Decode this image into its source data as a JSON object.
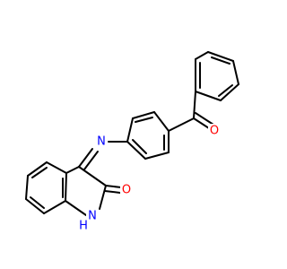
{
  "atoms": {
    "nitrogen_imine": {
      "label": "N",
      "color": "#0000ff"
    },
    "oxygen_carbonyl_ketone": {
      "label": "O",
      "color": "#ff0000"
    },
    "oxygen_lactam": {
      "label": "O",
      "color": "#ff0000"
    },
    "nitrogen_amide": {
      "label": "N",
      "color": "#0000ff"
    },
    "amide_hydrogen": {
      "label": "H",
      "color": "#0000ff"
    }
  },
  "colors": {
    "bond": "#000000",
    "background": "#ffffff"
  }
}
